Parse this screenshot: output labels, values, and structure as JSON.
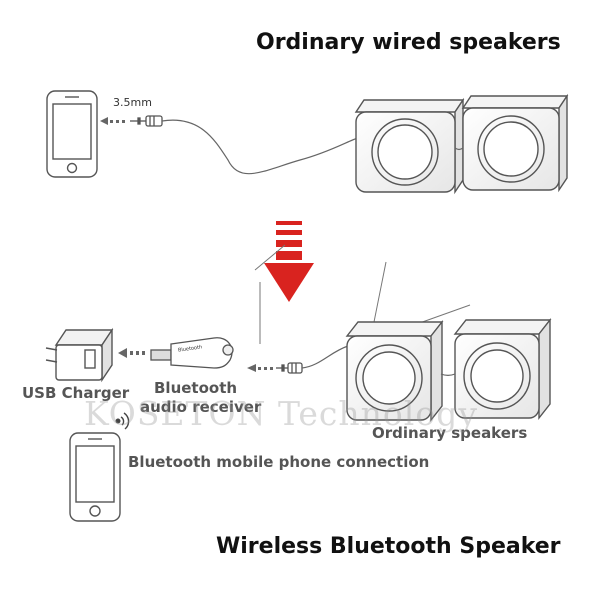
{
  "headings": {
    "top": "Ordinary wired speakers",
    "bottom": "Wireless Bluetooth Speaker"
  },
  "labels": {
    "jack_size": "3.5mm",
    "usb_charger": "USB Charger",
    "bt_receiver_line1": "Bluetooth",
    "bt_receiver_line2": "audio receiver",
    "ordinary_speakers": "Ordinary speakers",
    "phone_connection": "Bluetooth mobile phone connection",
    "receiver_body_text": "Bluetooth"
  },
  "watermark": "KOSETON Technology",
  "colors": {
    "arrow_red": "#d9231f",
    "line_gray": "#555555",
    "text_dark": "#111111"
  },
  "icons": [
    "smartphone-icon",
    "speaker-icon",
    "usb-charger-icon",
    "bluetooth-receiver-icon",
    "down-arrow-icon",
    "audio-jack-icon"
  ]
}
